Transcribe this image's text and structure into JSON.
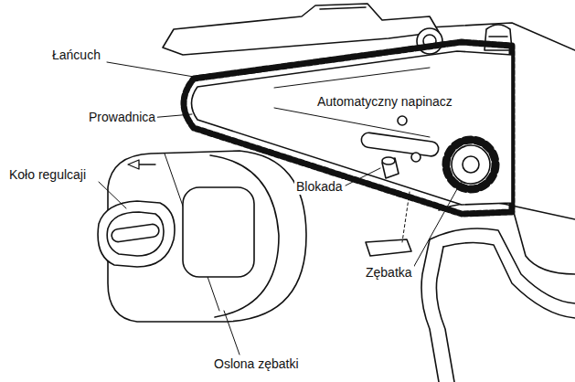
{
  "diagram": {
    "labels": [
      "Łańcuch",
      "Prowadnica",
      "Automatyczny napinacz",
      "Koło regulcaji",
      "Blokada",
      "Zębatka",
      "Oslona zębatki"
    ]
  }
}
